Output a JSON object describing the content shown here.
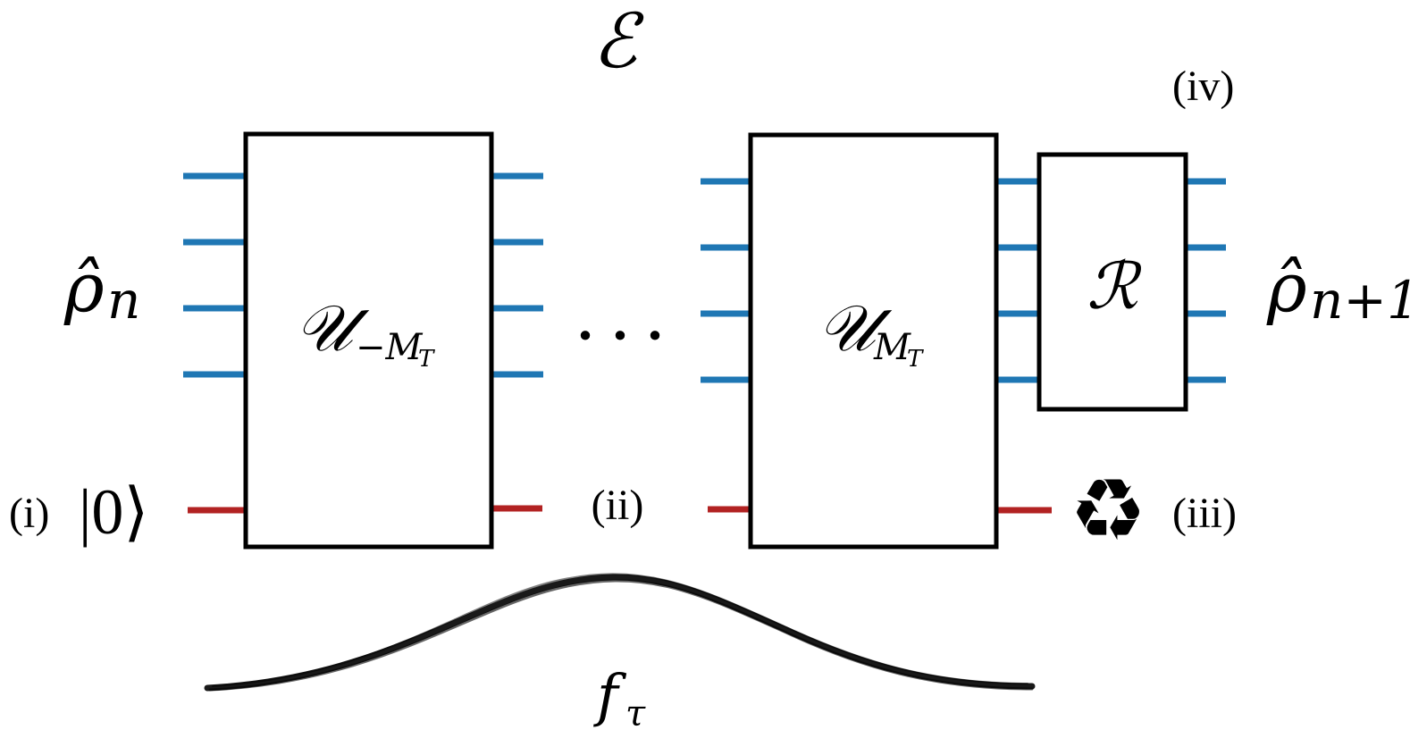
{
  "title_symbol": "ℰ",
  "labels": {
    "input_state": "ρ̂",
    "input_sub": "n",
    "output_state": "ρ̂",
    "output_sub": "n+1",
    "step_i": "(i)",
    "ket_zero": "|0⟩",
    "step_ii": "(ii)",
    "step_iii": "(iii)",
    "step_iv": "(iv)",
    "ellipsis": "· · ·",
    "gate_left_main": "𝒰",
    "gate_left_sub": "−M",
    "gate_left_subsub": "T",
    "gate_right_main": "𝒰",
    "gate_right_sub": "M",
    "gate_right_subsub": "T",
    "reset_gate": "ℛ",
    "pulse_main": "f",
    "pulse_sub": "τ",
    "recycle_symbol": "♻"
  },
  "colors": {
    "system_wire": "#1f77b4",
    "ancilla_wire": "#b22222",
    "box_stroke": "#000000",
    "text": "#000000"
  }
}
